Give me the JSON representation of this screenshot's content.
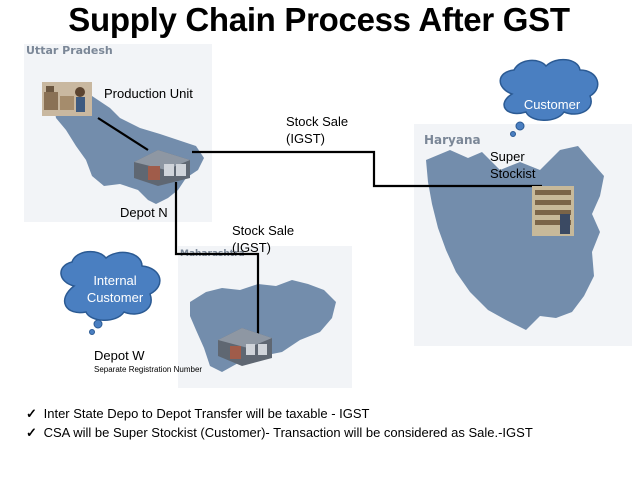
{
  "title": "Supply Chain Process After GST",
  "regions": {
    "uttar_pradesh": "Uttar Pradesh",
    "haryana": "Haryana",
    "maharashtra": "Maharashtra"
  },
  "labels": {
    "production_unit": "Production Unit",
    "depot_n": "Depot N",
    "depot_w": "Depot W",
    "depot_w_note": "Separate Registration Number",
    "stock_sale_1_line1": "Stock Sale",
    "stock_sale_1_line2": "(IGST)",
    "stock_sale_2_line1": "Stock Sale",
    "stock_sale_2_line2": "(IGST)",
    "super_stockist_line1": "Super",
    "super_stockist_line2": "Stockist"
  },
  "clouds": {
    "customer": "Customer",
    "internal_line1": "Internal",
    "internal_line2": "Customer"
  },
  "bullets": [
    "Inter State Depo to Depot Transfer will be taxable - IGST",
    "CSA will be Super Stockist (Customer)- Transaction will be considered as Sale.-IGST"
  ],
  "colors": {
    "map_fill": "#6b87a8",
    "cloud_fill": "#4a7fc1",
    "cloud_stroke": "#2b5a93"
  }
}
